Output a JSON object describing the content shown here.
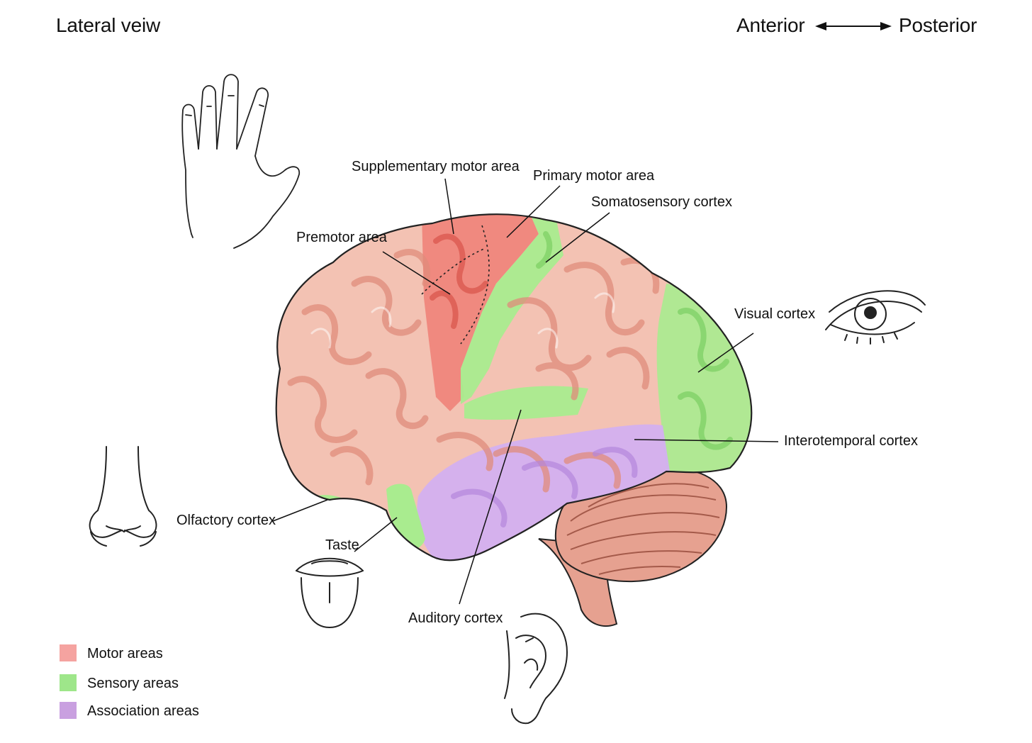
{
  "header": {
    "view_title": "Lateral veiw",
    "orientation_left": "Anterior",
    "orientation_right": "Posterior"
  },
  "labels": {
    "supplementary_motor": "Supplementary motor area",
    "primary_motor": "Primary motor area",
    "somatosensory": "Somatosensory cortex",
    "premotor": "Premotor area",
    "visual": "Visual cortex",
    "interotemporal": "Interotemporal cortex",
    "olfactory": "Olfactory cortex",
    "taste": "Taste",
    "auditory": "Auditory cortex"
  },
  "legend": [
    {
      "label": "Motor areas",
      "color": "#f5a3a0"
    },
    {
      "label": "Sensory areas",
      "color": "#9ee68a"
    },
    {
      "label": "Association areas",
      "color": "#c9a0e0"
    }
  ],
  "colors": {
    "cortex": "#f3c2b3",
    "cortex_fold": "#e79c8c",
    "motor": "#ef7f76",
    "sensory": "#a9ec8f",
    "association": "#d3b0f0",
    "cerebellum": "#e6a190",
    "outline": "#222222"
  },
  "icons": [
    "hand-icon",
    "eye-icon",
    "nose-icon",
    "tongue-icon",
    "ear-icon",
    "double-arrow-icon"
  ]
}
